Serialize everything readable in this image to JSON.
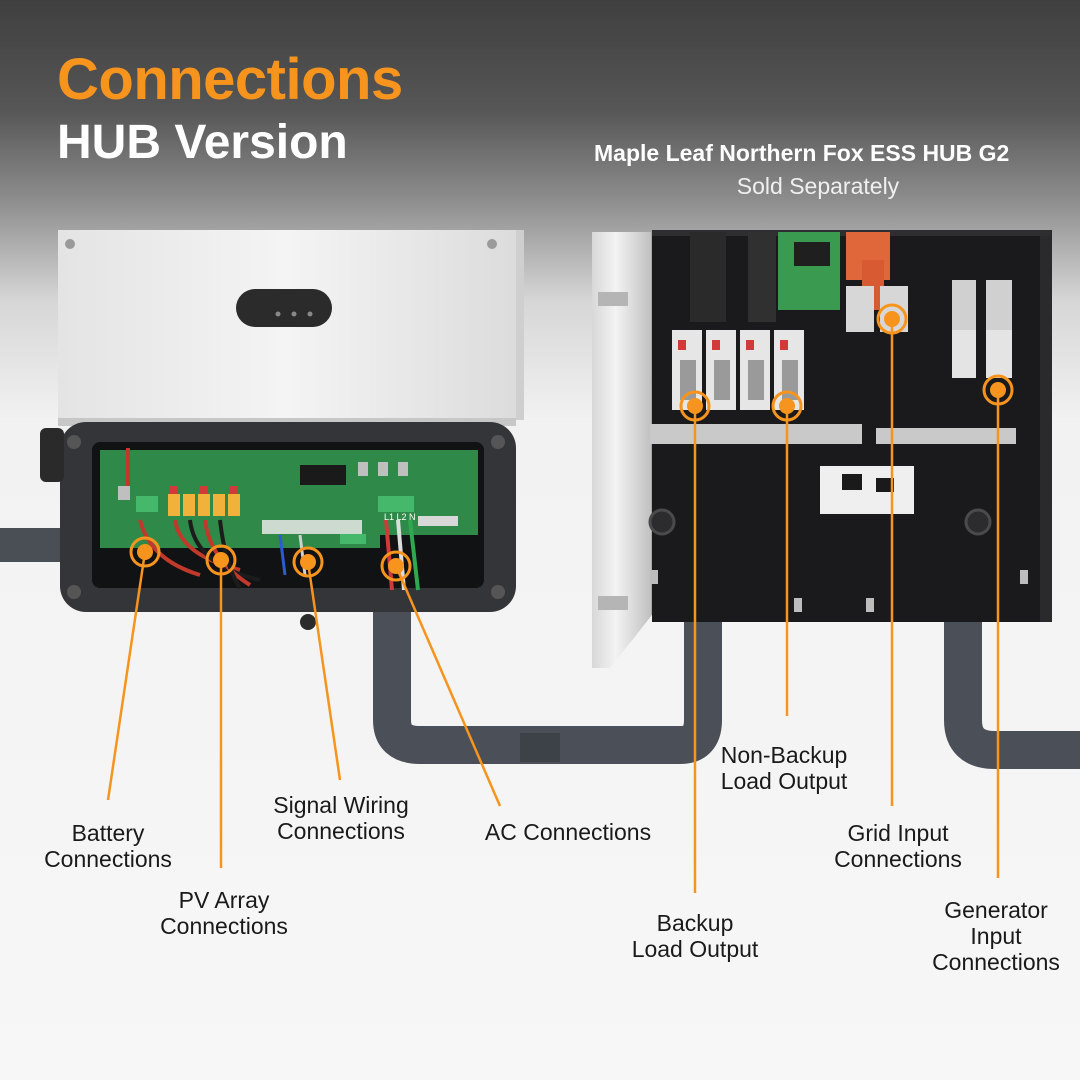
{
  "header": {
    "title": "Connections",
    "subtitle": "HUB Version",
    "hub_name": "Maple Leaf Northern Fox ESS HUB G2",
    "hub_note": "Sold Separately"
  },
  "colors": {
    "accent": "#f7941d",
    "leader": "#f7941d",
    "label_text": "#1a1a1a",
    "header_text": "#ffffff"
  },
  "callouts": [
    {
      "id": "battery",
      "label": "Battery\nConnections"
    },
    {
      "id": "pv",
      "label": "PV Array\nConnections"
    },
    {
      "id": "signal",
      "label": "Signal Wiring\nConnections"
    },
    {
      "id": "ac",
      "label": "AC Connections"
    },
    {
      "id": "nonbackup",
      "label": "Non-Backup\nLoad Output"
    },
    {
      "id": "backup",
      "label": "Backup\nLoad Output"
    },
    {
      "id": "grid",
      "label": "Grid Input\nConnections"
    },
    {
      "id": "generator",
      "label": "Generator\nInput\nConnections"
    }
  ],
  "terminal_markings": {
    "ac_terminals": "L1 L2 N"
  }
}
